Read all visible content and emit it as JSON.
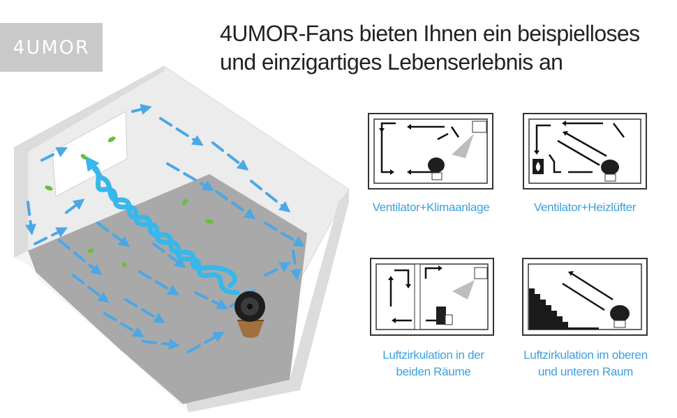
{
  "brand": {
    "logo_text": "4UMOR",
    "logo_bg": "#c9c9c9"
  },
  "headline": {
    "line1": "4UMOR-Fans bieten Ihnen ein beispielloses",
    "line2": "und einzigartiges Lebenserlebnis an"
  },
  "colors": {
    "accent": "#3aa0dc",
    "arrow_blue": "#4aa8e6",
    "vortex": "#38b7ea",
    "floor": "#a9a9a9",
    "wall": "#e6e6e6",
    "leaf": "#6abf3a"
  },
  "scenarios": [
    {
      "caption": "Ventilator+Klimaanlage",
      "icons": [
        "air-conditioner-icon",
        "fan-icon"
      ]
    },
    {
      "caption": "Ventilator+Heizlüfter",
      "icons": [
        "fireplace-heater-icon",
        "fan-icon"
      ]
    },
    {
      "caption_line1": "Luftzirkulation in der",
      "caption_line2": "beiden Räume",
      "icons": [
        "air-conditioner-icon",
        "fan-icon"
      ]
    },
    {
      "caption_line1": "Luftzirkulation im oberen",
      "caption_line2": "und unteren Raum",
      "icons": [
        "stairs-icon",
        "fan-icon"
      ]
    }
  ]
}
